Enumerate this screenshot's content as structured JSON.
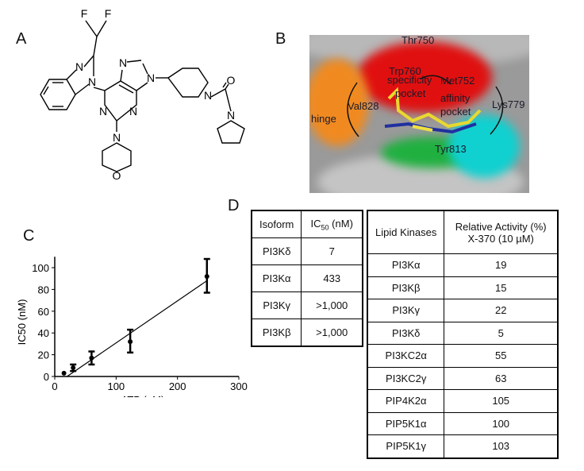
{
  "panels": {
    "a": "A",
    "b": "B",
    "c": "C",
    "d": "D"
  },
  "structure": {
    "atoms": [
      "F",
      "F",
      "N",
      "N",
      "N",
      "N",
      "N",
      "N",
      "N",
      "N",
      "O",
      "N",
      "O"
    ]
  },
  "docking": {
    "labels": {
      "thr750": "Thr750",
      "trp760": "Trp760",
      "specificity": "specificity",
      "met752": "Met752",
      "pocket1": "pocket",
      "affinity": "affinity",
      "pocket2": "pocket",
      "val828": "Val828",
      "lys779": "Lys779",
      "hinge": "hinge",
      "tyr813": "Tyr813"
    },
    "colors": {
      "surface": "#9a9a9a",
      "red": "#e01010",
      "orange": "#f08a20",
      "green": "#20b040",
      "cyan": "#10d0d0"
    }
  },
  "chart_data": {
    "type": "scatter",
    "title": "",
    "xlabel": "ATP (µM)",
    "ylabel": "IC50 (nM)",
    "xlim": [
      0,
      300
    ],
    "ylim": [
      0,
      110
    ],
    "xticks": [
      0,
      100,
      200,
      300
    ],
    "yticks": [
      0,
      20,
      40,
      60,
      80,
      100
    ],
    "grid": false,
    "points": [
      {
        "x": 15,
        "y": 3,
        "lo": 3,
        "hi": 3
      },
      {
        "x": 30,
        "y": 8,
        "lo": 5,
        "hi": 11
      },
      {
        "x": 60,
        "y": 17,
        "lo": 11,
        "hi": 23
      },
      {
        "x": 123,
        "y": 32,
        "lo": 22,
        "hi": 43
      },
      {
        "x": 248,
        "y": 92,
        "lo": 77,
        "hi": 108
      }
    ],
    "fit_line": {
      "x": [
        20,
        248
      ],
      "y": [
        0,
        88
      ]
    }
  },
  "table1": {
    "headers": [
      "Isoform",
      "IC50 (nM)"
    ],
    "header_ic": "IC",
    "header_sub": "50",
    "header_unit": " (nM)",
    "rows": [
      [
        "PI3Kδ",
        "7"
      ],
      [
        "PI3Kα",
        "433"
      ],
      [
        "PI3Kγ",
        ">1,000"
      ],
      [
        "PI3Kβ",
        ">1,000"
      ]
    ]
  },
  "table2": {
    "headers": [
      "Lipid Kinases",
      "Relative Activity (%)",
      "X-370 (10 µM)"
    ],
    "rows": [
      [
        "PI3Kα",
        "19"
      ],
      [
        "PI3Kβ",
        "15"
      ],
      [
        "PI3Kγ",
        "22"
      ],
      [
        "PI3Kδ",
        "5"
      ],
      [
        "PI3KC2α",
        "55"
      ],
      [
        "PI3KC2γ",
        "63"
      ],
      [
        "PIP4K2α",
        "105"
      ],
      [
        "PIP5K1α",
        "100"
      ],
      [
        "PIP5K1γ",
        "103"
      ]
    ]
  }
}
